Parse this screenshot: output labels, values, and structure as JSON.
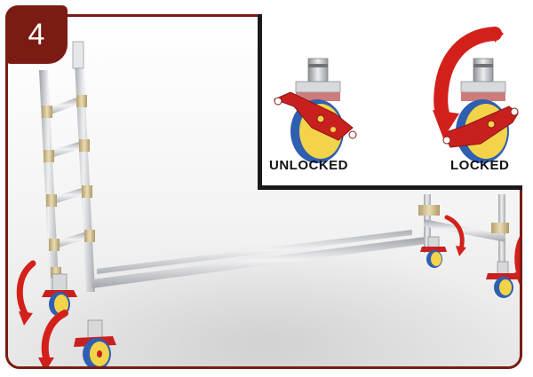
{
  "step": {
    "number": "4"
  },
  "inset": {
    "unlocked_label": "UNLOCKED",
    "locked_label": "LOCKED"
  },
  "colors": {
    "frame": "#7a1c14",
    "arrow": "#d4201a",
    "caster_plate": "#c8201e",
    "wheel_yellow": "#f2d34a",
    "wheel_blue": "#2f5fb0",
    "aluminium": "#c9ccd0",
    "band": "#cfb98a"
  },
  "icons": [
    "rotate-arrow-icon",
    "caster-wheel-icon"
  ]
}
